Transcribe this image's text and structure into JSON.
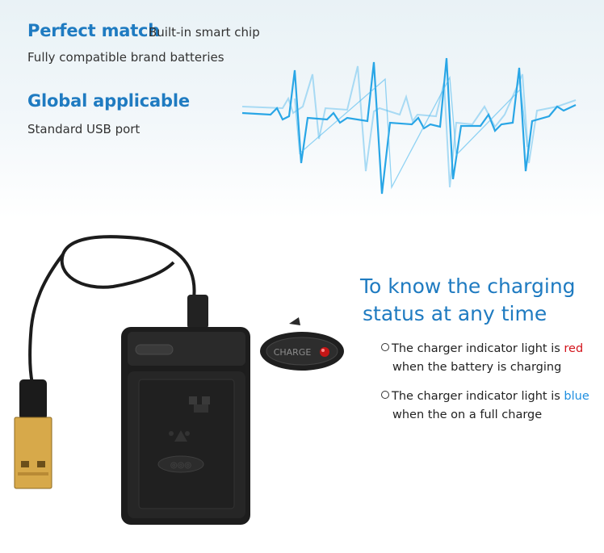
{
  "features": {
    "perfect_match": {
      "title": "Perfect match",
      "subtitle_inline": "Built-in smart chip",
      "description": "Fully compatible brand batteries"
    },
    "global_applicable": {
      "title": "Global applicable",
      "description": "Standard USB port"
    }
  },
  "charging_status": {
    "headline_line1": "To know the charging",
    "headline_line2": "status at any time",
    "bullet_red": {
      "prefix": "The charger indicator light is ",
      "color_word": "red",
      "continuation": "when the battery is charging"
    },
    "bullet_blue": {
      "prefix": "The charger indicator light is ",
      "color_word": "blue",
      "continuation": "when the on a full charge"
    }
  },
  "indicator_badge": {
    "label": "CHARGE"
  },
  "charger_plate_text": "◎◎◎",
  "colors": {
    "accent_blue": "#1f7bc1",
    "indicator_red": "#d3141c",
    "indicator_blue": "#1f8fe0",
    "waveform": "#29a6e6"
  }
}
